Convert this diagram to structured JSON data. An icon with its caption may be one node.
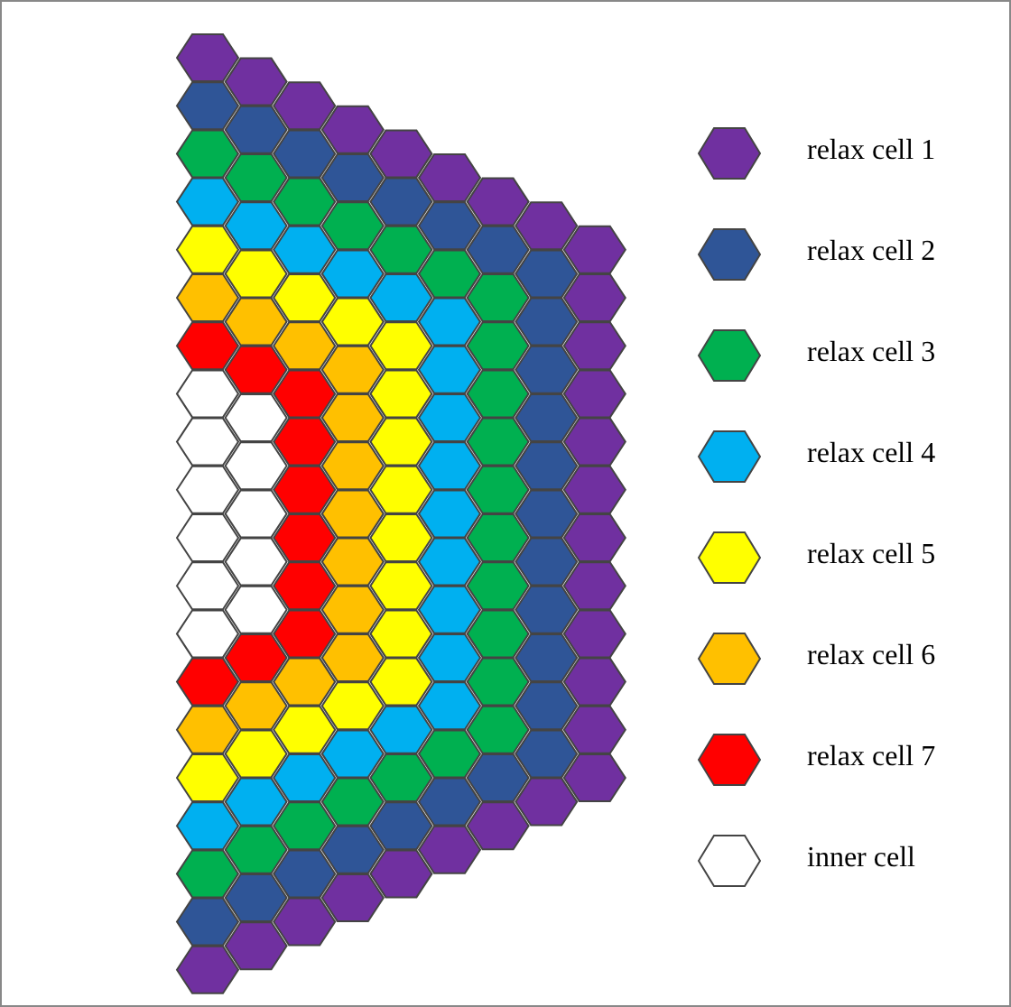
{
  "diagram": {
    "legend": [
      {
        "text": "relax cell 1",
        "color": "#7030a0"
      },
      {
        "text": "relax cell 2",
        "color": "#2f5597"
      },
      {
        "text": "relax cell 3",
        "color": "#00b050"
      },
      {
        "text": "relax cell 4",
        "color": "#00b0f0"
      },
      {
        "text": "relax cell 5",
        "color": "#ffff00"
      },
      {
        "text": "relax cell 6",
        "color": "#ffc000"
      },
      {
        "text": "relax cell 7",
        "color": "#ff0000"
      },
      {
        "text": "inner cell",
        "color": "#ffffff"
      }
    ]
  }
}
